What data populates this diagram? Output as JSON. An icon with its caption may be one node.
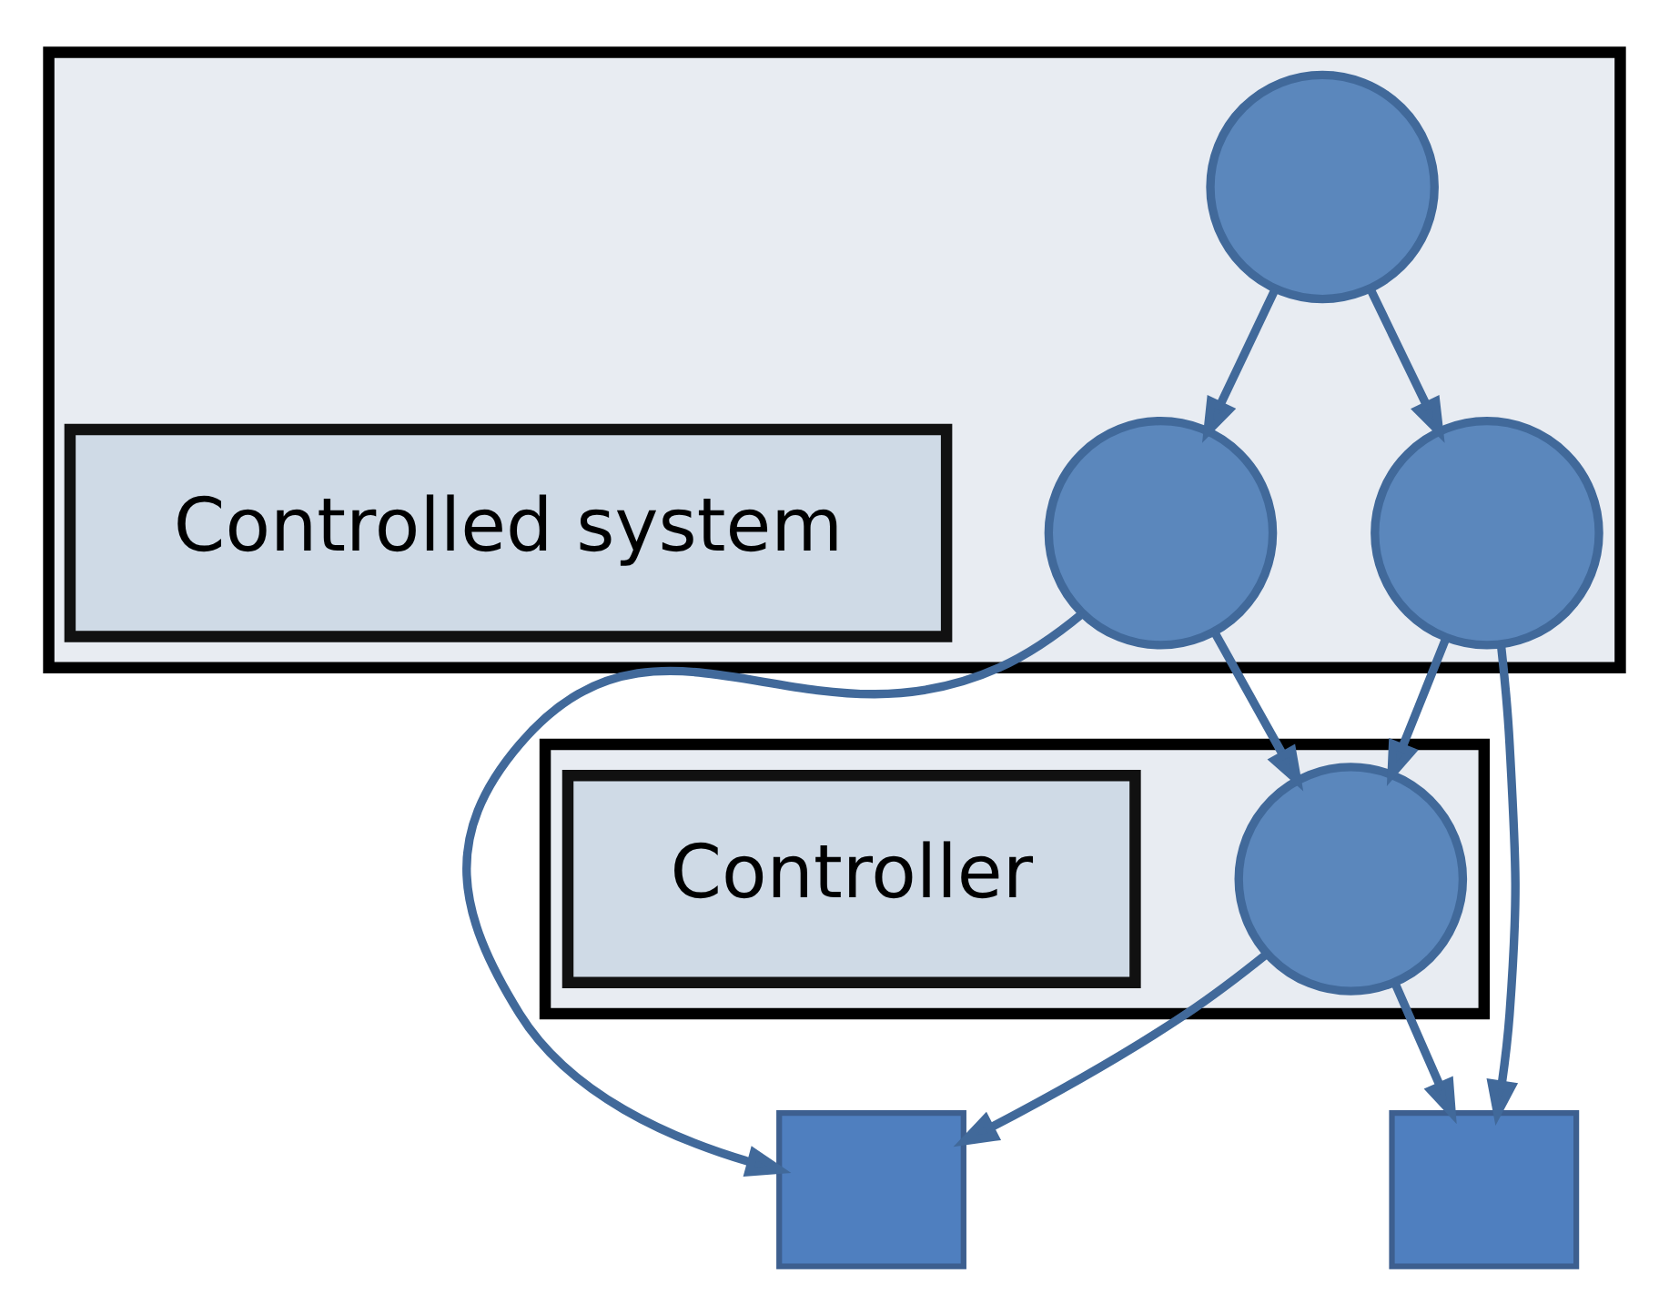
{
  "diagram": {
    "nodes": [
      {
        "text": [],
        "shape": "box"
      },
      {
        "text": [],
        "shape": "circle",
        "in": 0
      },
      {
        "text": [],
        "shape": "circle",
        "in": 0
      },
      {
        "text": [],
        "shape": "circle",
        "in": 0
      },
      {
        "text": [
          "Controlled system"
        ],
        "in": 0
      },
      {
        "text": [],
        "shape": "box"
      },
      {
        "text": [],
        "shape": "circle",
        "in": 5
      },
      {
        "text": [
          "Controller"
        ],
        "in": 5
      },
      {
        "text": [],
        "shape": "box"
      },
      {
        "text": [],
        "shape": "box"
      }
    ],
    "edges": [
      {
        "from": 1,
        "to": 2,
        "arrow": "to"
      },
      {
        "from": 1,
        "to": 3,
        "arrow": "to"
      },
      {
        "from": 2,
        "to": 6,
        "arrow": "to"
      },
      {
        "from": 3,
        "to": 6,
        "arrow": "to"
      },
      {
        "from": 2,
        "to": 8,
        "arrow": "to"
      },
      {
        "from": 3,
        "to": 9,
        "arrow": "to"
      },
      {
        "from": 6,
        "to": 8,
        "arrow": "to"
      },
      {
        "from": 6,
        "to": 9,
        "arrow": "to"
      }
    ]
  }
}
